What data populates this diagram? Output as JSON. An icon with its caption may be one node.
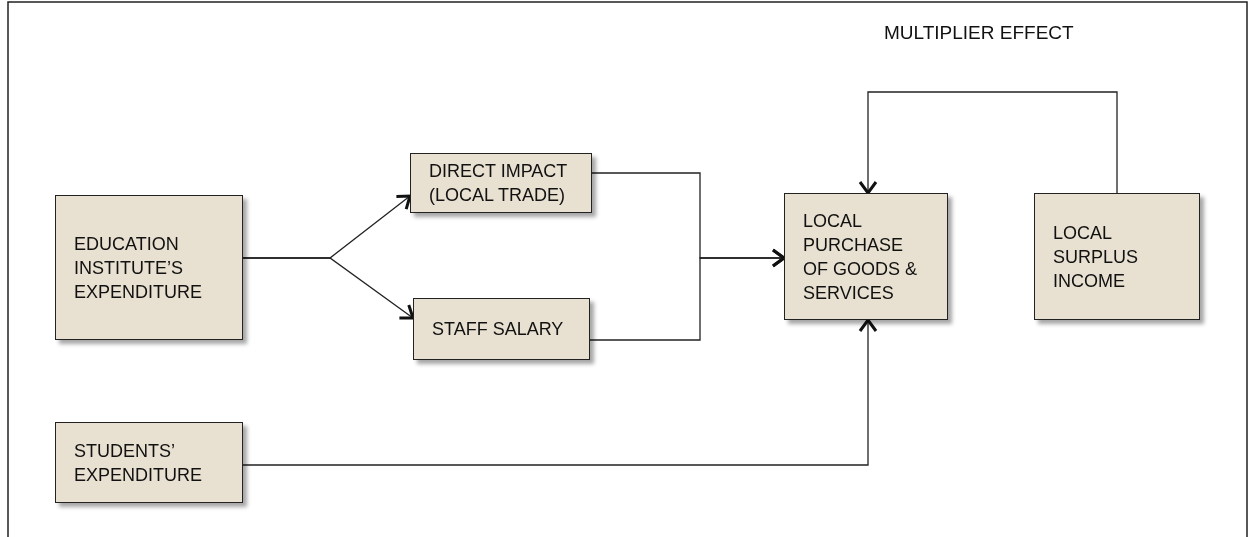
{
  "diagram": {
    "title": "MULTIPLIER EFFECT",
    "nodes": [
      {
        "text": [
          "EDUCATION INSTITUTE’S EXPENDITURE"
        ]
      },
      {
        "text": [
          "DIRECT IMPACT (LOCAL TRADE)"
        ]
      },
      {
        "text": [
          "STAFF SALARY"
        ]
      },
      {
        "text": [
          "LOCAL PURCHASE OF GOODS & SERVICES"
        ]
      },
      {
        "text": [
          "LOCAL SURPLUS INCOME"
        ]
      },
      {
        "text": [
          "STUDENTS’ EXPENDITURE"
        ]
      }
    ],
    "edges": [
      {
        "from": 0,
        "to": 1,
        "arrow": "to"
      },
      {
        "from": 0,
        "to": 2,
        "arrow": "to"
      },
      {
        "from": 1,
        "to": 3,
        "arrow": "to"
      },
      {
        "from": 2,
        "to": 3,
        "arrow": "to"
      },
      {
        "from": 5,
        "to": 3,
        "arrow": "to"
      },
      {
        "from": 4,
        "to": 3,
        "arrow": "to"
      }
    ]
  }
}
